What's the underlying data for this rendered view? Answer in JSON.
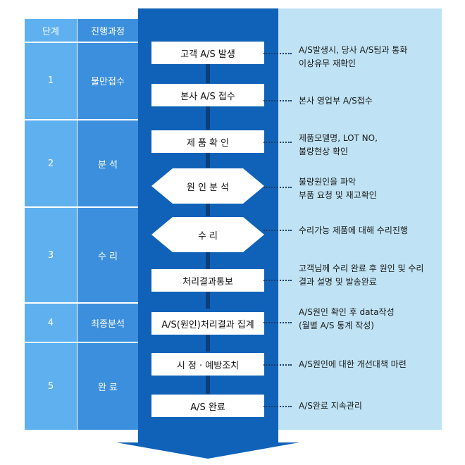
{
  "headers": {
    "stage": "단계",
    "process": "진행과정"
  },
  "stages": [
    {
      "num": "1",
      "name": "불만접수"
    },
    {
      "num": "2",
      "name": "분 석"
    },
    {
      "num": "3",
      "name": "수 리"
    },
    {
      "num": "4",
      "name": "최종분석"
    },
    {
      "num": "5",
      "name": "완 료"
    }
  ],
  "steps": [
    {
      "label": "고객 A/S 발생",
      "shape": "box",
      "desc": [
        "A/S발생시, 당사 A/S팀과 통화",
        "이상유무 재확인"
      ]
    },
    {
      "label": "본사 A/S 접수",
      "shape": "box",
      "desc": [
        "본사 영업부 A/S접수"
      ]
    },
    {
      "label": "제 품 확 인",
      "shape": "box",
      "desc": [
        "제품모델명, LOT NO,",
        "불량현상 확인"
      ]
    },
    {
      "label": "원 인 분 석",
      "shape": "diamond",
      "desc": [
        "불량원인을 파악",
        "부품 요청 및 재고확인"
      ]
    },
    {
      "label": "수 리",
      "shape": "diamond",
      "desc": [
        "수리가능 제품에 대해 수리진행"
      ]
    },
    {
      "label": "처리결과통보",
      "shape": "box",
      "desc": [
        "고객님께 수리 완료 후 원인 및 수리",
        "결과 설명 및 발송완료"
      ]
    },
    {
      "label": "A/S(원인)처리결과 집계",
      "shape": "box",
      "desc": [
        "A/S원인 확인 후 data작성",
        "(월별 A/S 통계 작성)"
      ]
    },
    {
      "label": "시 정 · 예방조치",
      "shape": "box",
      "desc": [
        "A/S원인에 대한 개선대책 마련"
      ]
    },
    {
      "label": "A/S 완료",
      "shape": "box",
      "desc": [
        "A/S완료 지속관리"
      ]
    }
  ]
}
